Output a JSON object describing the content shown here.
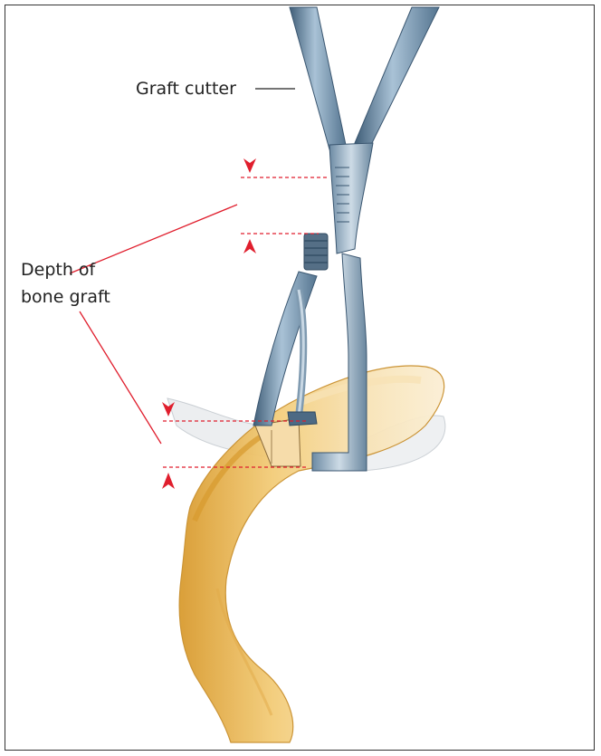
{
  "labels": {
    "graft_cutter": "Graft cutter",
    "depth_line1": "Depth of",
    "depth_line2": "bone graft"
  },
  "colors": {
    "instrument": "#5b7c98",
    "instrument_light": "#a9c2d6",
    "bone": "#e8b85a",
    "bone_light": "#f6dfae",
    "tissue": "#e9ecef",
    "measure_red": "#e01e2d",
    "leader": "#222222"
  }
}
